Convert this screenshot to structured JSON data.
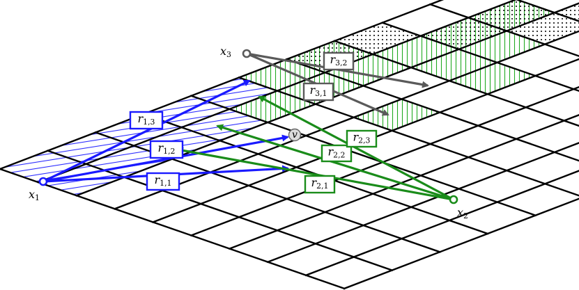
{
  "points": {
    "x1": {
      "base": "x",
      "sub": "1"
    },
    "x2": {
      "base": "x",
      "sub": "2"
    },
    "x3": {
      "base": "x",
      "sub": "3"
    },
    "v": {
      "base": "v",
      "sub": ""
    }
  },
  "routes": {
    "r11": {
      "base": "r",
      "sub": "1,1",
      "group": "blue"
    },
    "r12": {
      "base": "r",
      "sub": "1,2",
      "group": "blue"
    },
    "r13": {
      "base": "r",
      "sub": "1,3",
      "group": "blue"
    },
    "r21": {
      "base": "r",
      "sub": "2,1",
      "group": "green"
    },
    "r22": {
      "base": "r",
      "sub": "2,2",
      "group": "green"
    },
    "r23": {
      "base": "r",
      "sub": "2,3",
      "group": "green"
    },
    "r31": {
      "base": "r",
      "sub": "3,1",
      "group": "gray"
    },
    "r32": {
      "base": "r",
      "sub": "3,2",
      "group": "gray"
    }
  },
  "colors": {
    "blue": "#1a1aff",
    "green": "#1a8c1a",
    "gray": "#5a5a5a",
    "grid": "#000000"
  }
}
